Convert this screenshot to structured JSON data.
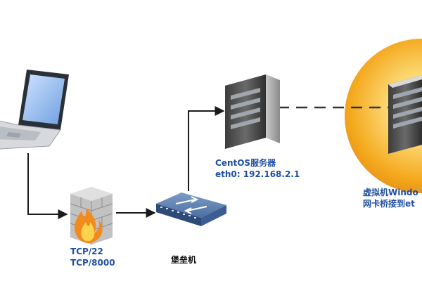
{
  "colors": {
    "label_blue": "#1f4fa3",
    "label_black": "#111111",
    "connector": "#1a1a1a",
    "vm_circle": "#f4a81c"
  },
  "nodes": {
    "laptop": {
      "icon": "laptop-icon"
    },
    "firewall": {
      "icon": "firewall-icon",
      "label_lines": [
        "TCP/22",
        "TCP/8000"
      ]
    },
    "bastion": {
      "icon": "network-switch-icon",
      "label": "堡垒机"
    },
    "centos": {
      "icon": "server-tower-icon",
      "label_lines": [
        "CentOS服务器",
        "eth0: 192.168.2.1"
      ]
    },
    "vm": {
      "icon": "server-tower-icon",
      "label_lines": [
        "虚拟机Windo",
        "网卡桥接到et"
      ]
    }
  }
}
